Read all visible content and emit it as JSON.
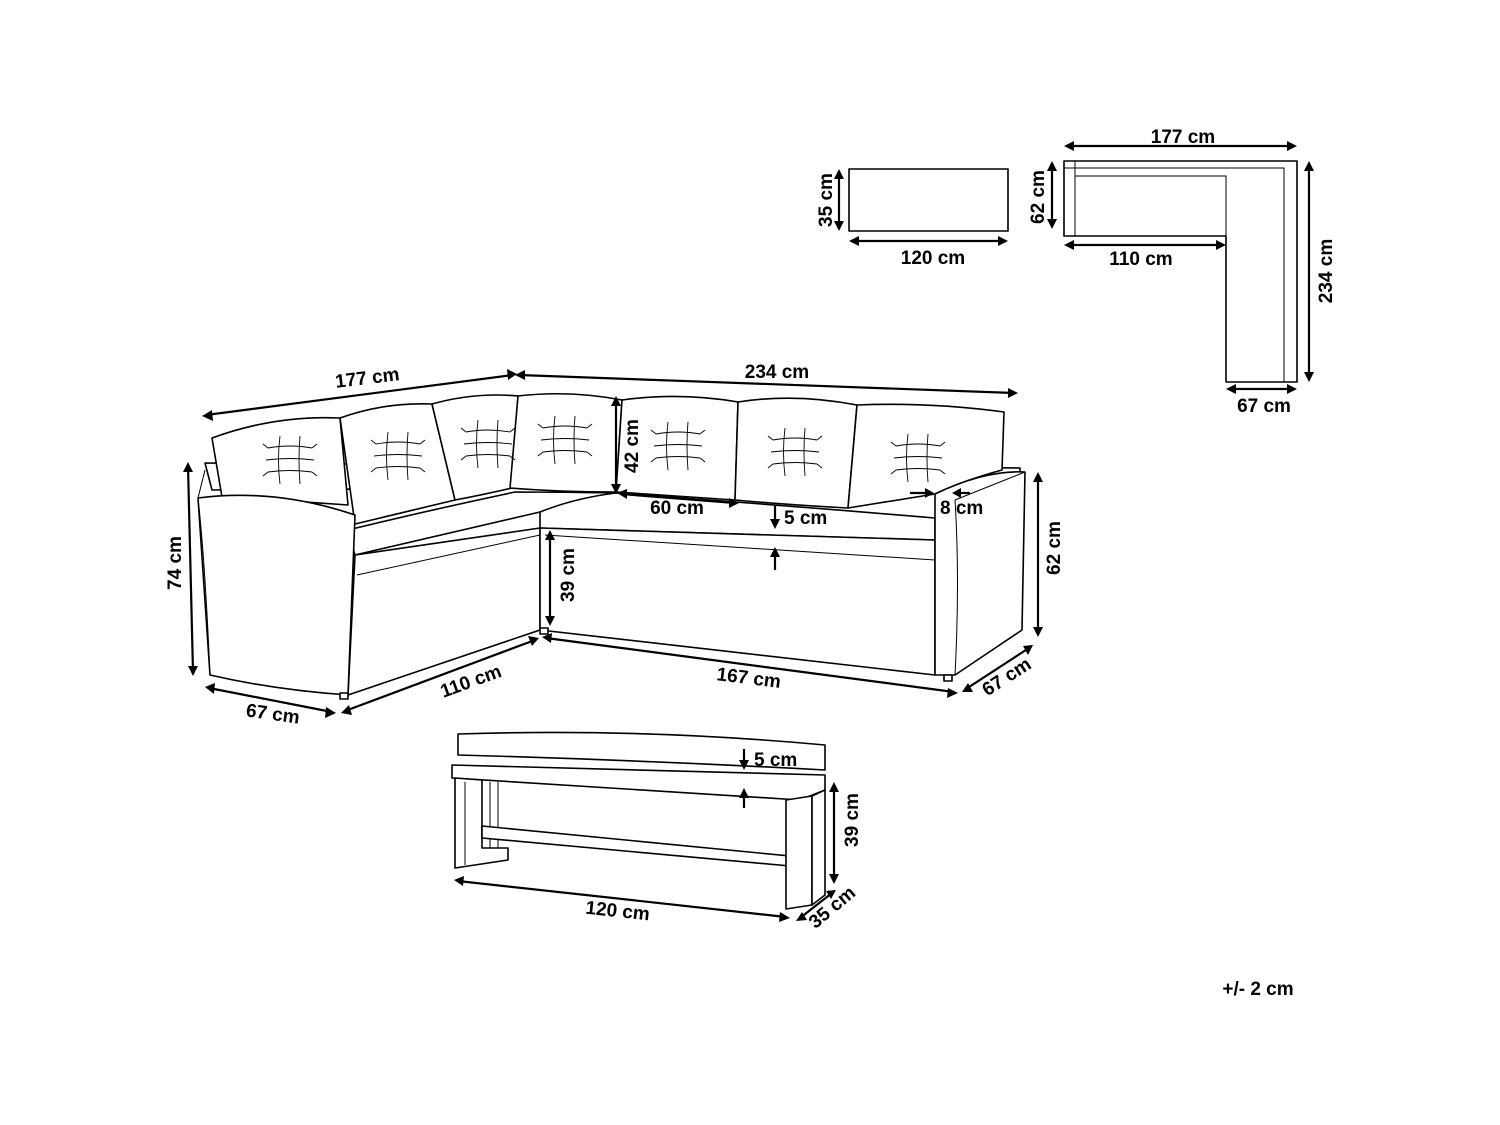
{
  "tolerance": "+/- 2 cm",
  "dimensions": {
    "stool_side_width": "120 cm",
    "stool_side_height": "35 cm",
    "plan_top_length": "177 cm",
    "plan_arm_depth": "62 cm",
    "plan_inner_length": "110 cm",
    "plan_side_length": "234 cm",
    "plan_side_depth": "67 cm",
    "sofa_left_length": "177 cm",
    "sofa_right_length": "234 cm",
    "sofa_back_cushion_height": "42 cm",
    "sofa_seat_depth": "60 cm",
    "sofa_cushion_thickness": "5 cm",
    "sofa_arm_width": "8 cm",
    "sofa_total_height": "74 cm",
    "sofa_seat_height": "39 cm",
    "sofa_arm_height": "62 cm",
    "sofa_left_depth": "67 cm",
    "sofa_left_inner": "110 cm",
    "sofa_front_length": "167 cm",
    "sofa_right_depth": "67 cm",
    "bench_cushion_thickness": "5 cm",
    "bench_height": "39 cm",
    "bench_length": "120 cm",
    "bench_depth": "35 cm"
  }
}
